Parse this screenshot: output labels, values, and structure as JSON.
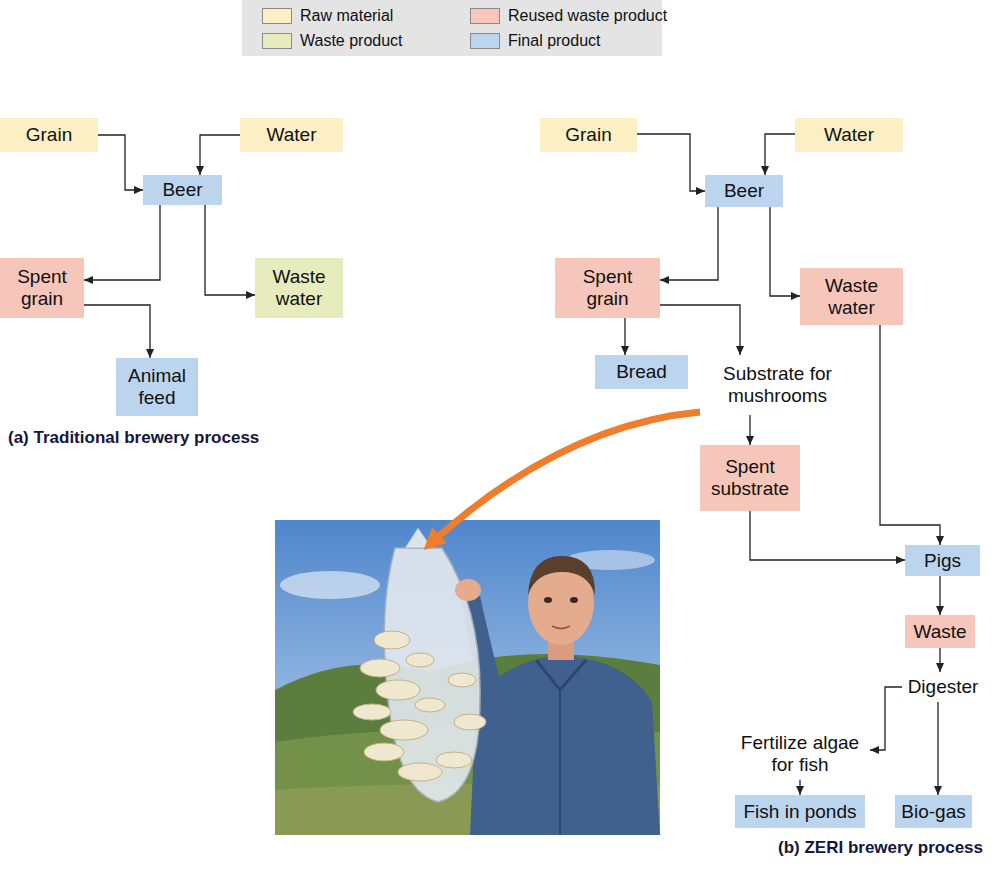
{
  "diagram": {
    "nodes": [
      {
        "text": [
          "Grain"
        ]
      },
      {
        "text": [
          "Water"
        ]
      },
      {
        "text": [
          "Beer"
        ]
      },
      {
        "text": [
          "Spent grain"
        ]
      },
      {
        "text": [
          "Waste water"
        ]
      },
      {
        "text": [
          "Animal feed"
        ]
      },
      {
        "text": [
          "Grain"
        ]
      },
      {
        "text": [
          "Water"
        ]
      },
      {
        "text": [
          "Beer"
        ]
      },
      {
        "text": [
          "Spent grain"
        ]
      },
      {
        "text": [
          "Waste water"
        ]
      },
      {
        "text": [
          "Bread"
        ]
      },
      {
        "text": [
          "Substrate for mushrooms"
        ]
      },
      {
        "text": [
          "Spent substrate"
        ]
      },
      {
        "text": [
          "Pigs"
        ]
      },
      {
        "text": [
          "Waste"
        ]
      },
      {
        "text": [
          "Digester"
        ]
      },
      {
        "text": [
          "Fertilize algae for fish"
        ]
      },
      {
        "text": [
          "Fish in ponds"
        ]
      },
      {
        "text": [
          "Bio-gas"
        ]
      }
    ],
    "edges": [
      {
        "from": 0,
        "to": 2,
        "arrow": "to"
      },
      {
        "from": 1,
        "to": 2,
        "arrow": "to"
      },
      {
        "from": 2,
        "to": 3,
        "arrow": "to"
      },
      {
        "from": 2,
        "to": 4,
        "arrow": "to"
      },
      {
        "from": 3,
        "to": 5,
        "arrow": "to"
      },
      {
        "from": 6,
        "to": 8,
        "arrow": "to"
      },
      {
        "from": 7,
        "to": 8,
        "arrow": "to"
      },
      {
        "from": 8,
        "to": 9,
        "arrow": "to"
      },
      {
        "from": 8,
        "to": 10,
        "arrow": "to"
      },
      {
        "from": 9,
        "to": 11,
        "arrow": "to"
      },
      {
        "from": 9,
        "to": 12,
        "arrow": "to"
      },
      {
        "from": 12,
        "to": 13,
        "arrow": "to"
      },
      {
        "from": 13,
        "to": 14,
        "arrow": "to"
      },
      {
        "from": 10,
        "to": 14,
        "arrow": "to"
      },
      {
        "from": 14,
        "to": 15,
        "arrow": "to"
      },
      {
        "from": 15,
        "to": 16,
        "arrow": "to"
      },
      {
        "from": 16,
        "to": 17,
        "arrow": "to"
      },
      {
        "from": 16,
        "to": 19,
        "arrow": "to"
      },
      {
        "from": 17,
        "to": 18,
        "arrow": "to"
      }
    ],
    "labels": [
      "(a) Traditional brewery process",
      "(b) ZERI brewery process"
    ],
    "legend": [
      {
        "text": "Raw material",
        "color": "#fcefc4"
      },
      {
        "text": "Reused waste product",
        "color": "#f6c6ba"
      },
      {
        "text": "Waste product",
        "color": "#e6ecbc"
      },
      {
        "text": "Final product",
        "color": "#bcd5ef"
      }
    ]
  }
}
